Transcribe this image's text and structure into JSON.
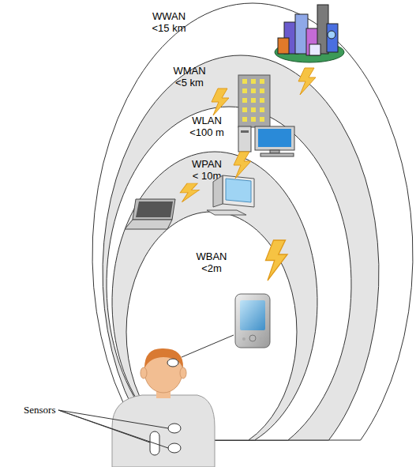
{
  "diagram": {
    "nodes": [
      {
        "text": [
          "WWAN <15 km"
        ]
      },
      {
        "text": [
          "WMAN <5 km"
        ],
        "in": 0
      },
      {
        "text": [
          "WLAN <100 m"
        ],
        "in": 1
      },
      {
        "text": [
          "WPAN < 10m"
        ],
        "in": 2
      },
      {
        "text": [
          "WBAN <2m"
        ],
        "in": 3
      }
    ],
    "labels": [
      "Sensors"
    ]
  }
}
